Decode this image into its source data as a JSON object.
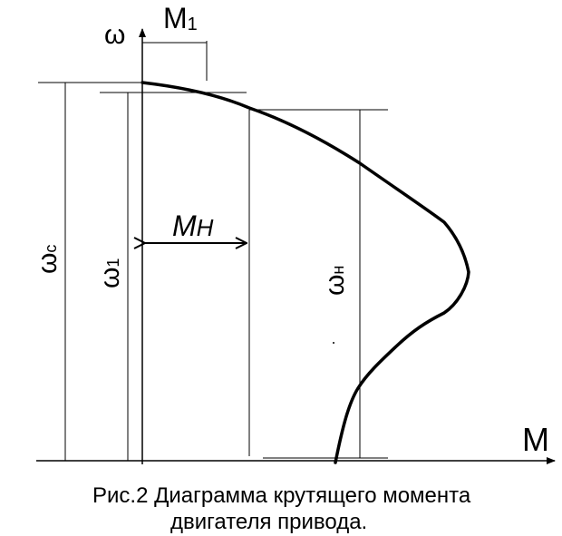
{
  "diagram": {
    "axis_x_label": "M",
    "axis_y_label": "ω",
    "m1_label": "M",
    "m1_sub": "1",
    "mn_label": "M",
    "mn_sub": "Н",
    "omega_c_label": "ω",
    "omega_c_sub": "с",
    "omega_1_label": "ω",
    "omega_1_sub": "1",
    "omega_n_label": "ω",
    "omega_n_sub": "н"
  },
  "caption": {
    "line1": "Рис.2 Диаграмма крутящего момента",
    "line2": "двигателя привода."
  }
}
